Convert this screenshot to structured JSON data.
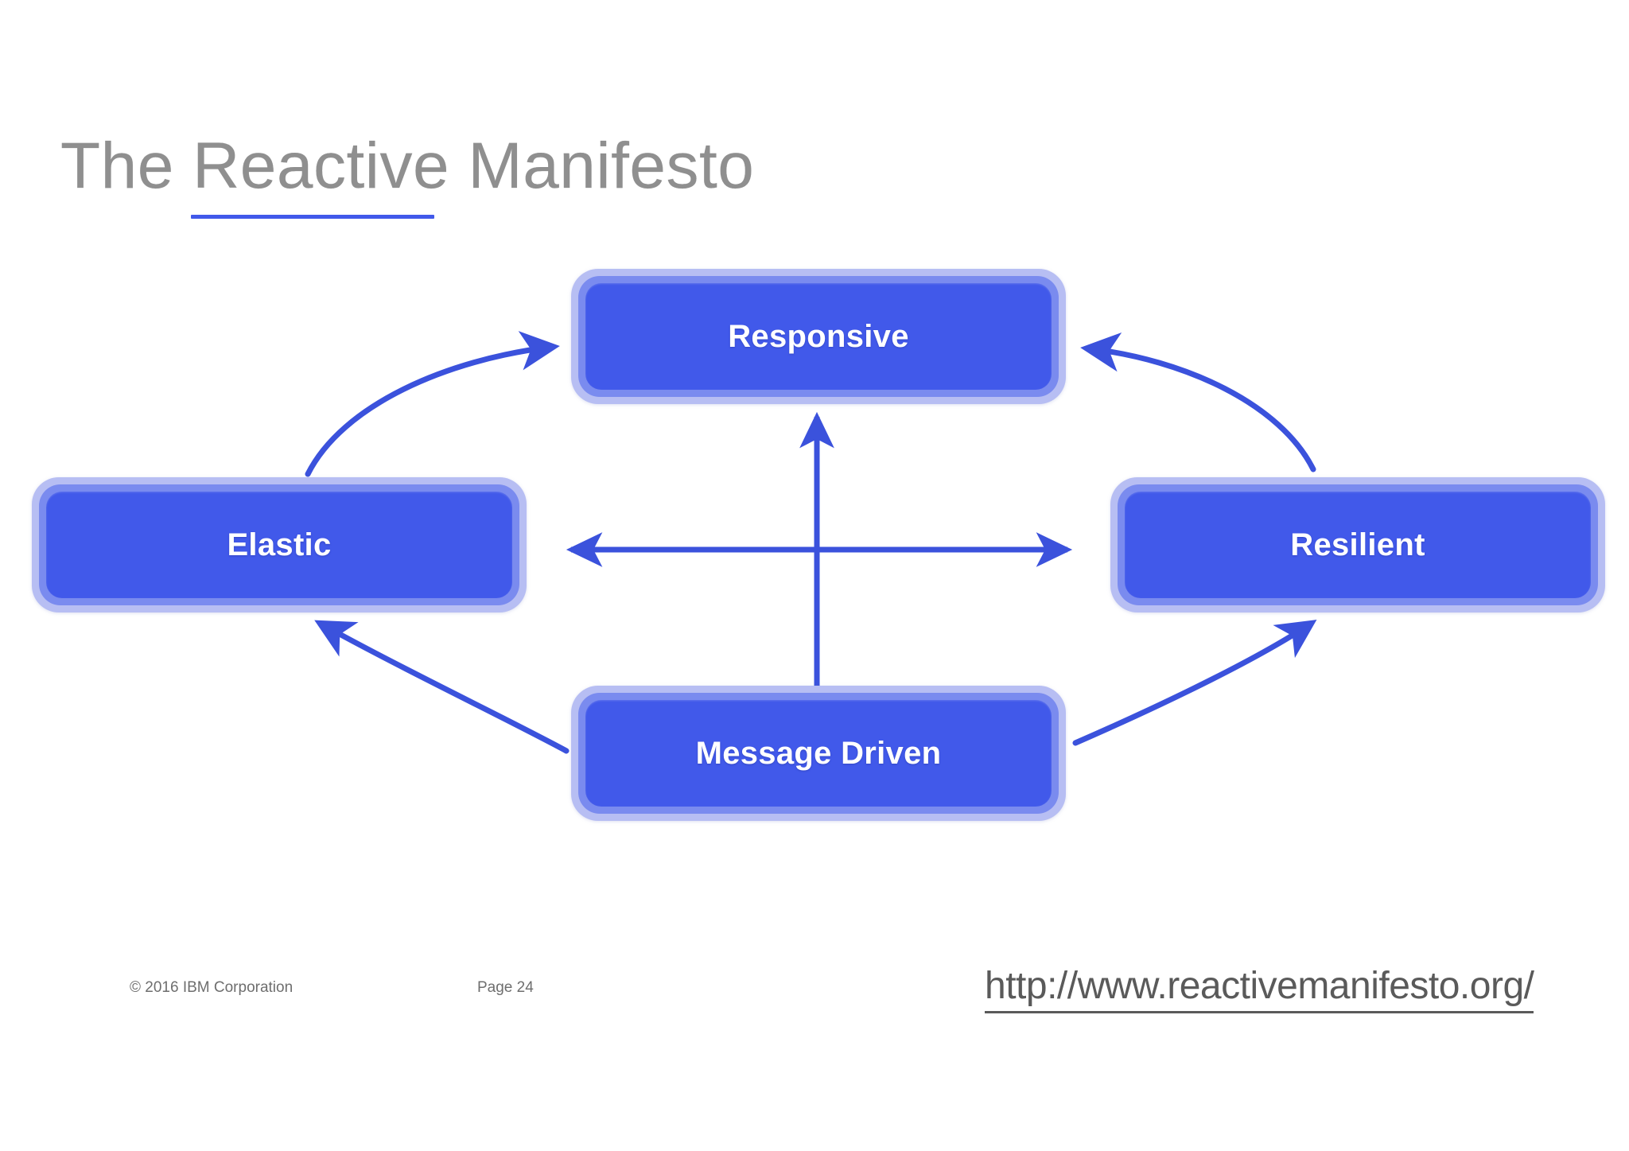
{
  "slide": {
    "title": "The Reactive Manifesto",
    "background_color": "#ffffff",
    "title_color": "#8f8f8f",
    "accent_color": "#4159ea"
  },
  "diagram": {
    "type": "cycle-diagram",
    "nodes": [
      {
        "id": "responsive",
        "label": "Responsive",
        "position": "top"
      },
      {
        "id": "elastic",
        "label": "Elastic",
        "position": "left"
      },
      {
        "id": "resilient",
        "label": "Resilient",
        "position": "right"
      },
      {
        "id": "message-driven",
        "label": "Message Driven",
        "position": "bottom"
      }
    ],
    "node_colors": {
      "fill": "#4159ea",
      "mid_border": "#7a8bef",
      "outer_border": "#b7bef3",
      "label": "#ffffff"
    },
    "arrows": [
      {
        "id": "elastic-to-responsive",
        "from": "elastic",
        "to": "responsive",
        "style": "curved",
        "direction": "one-way"
      },
      {
        "id": "resilient-to-responsive",
        "from": "resilient",
        "to": "responsive",
        "style": "curved",
        "direction": "one-way"
      },
      {
        "id": "message-driven-to-elastic",
        "from": "message-driven",
        "to": "elastic",
        "style": "curved",
        "direction": "one-way"
      },
      {
        "id": "message-driven-to-resilient",
        "from": "message-driven",
        "to": "resilient",
        "style": "curved",
        "direction": "one-way"
      },
      {
        "id": "message-driven-to-responsive",
        "from": "message-driven",
        "to": "responsive",
        "style": "straight",
        "direction": "one-way"
      },
      {
        "id": "elastic-resilient",
        "from": "elastic",
        "to": "resilient",
        "style": "straight",
        "direction": "two-way"
      }
    ],
    "arrow_color": "#3b52dc"
  },
  "footer": {
    "copyright": "© 2016 IBM Corporation",
    "page": "Page 24"
  },
  "reference": {
    "url_text": "http://www.reactivemanifesto.org/"
  }
}
